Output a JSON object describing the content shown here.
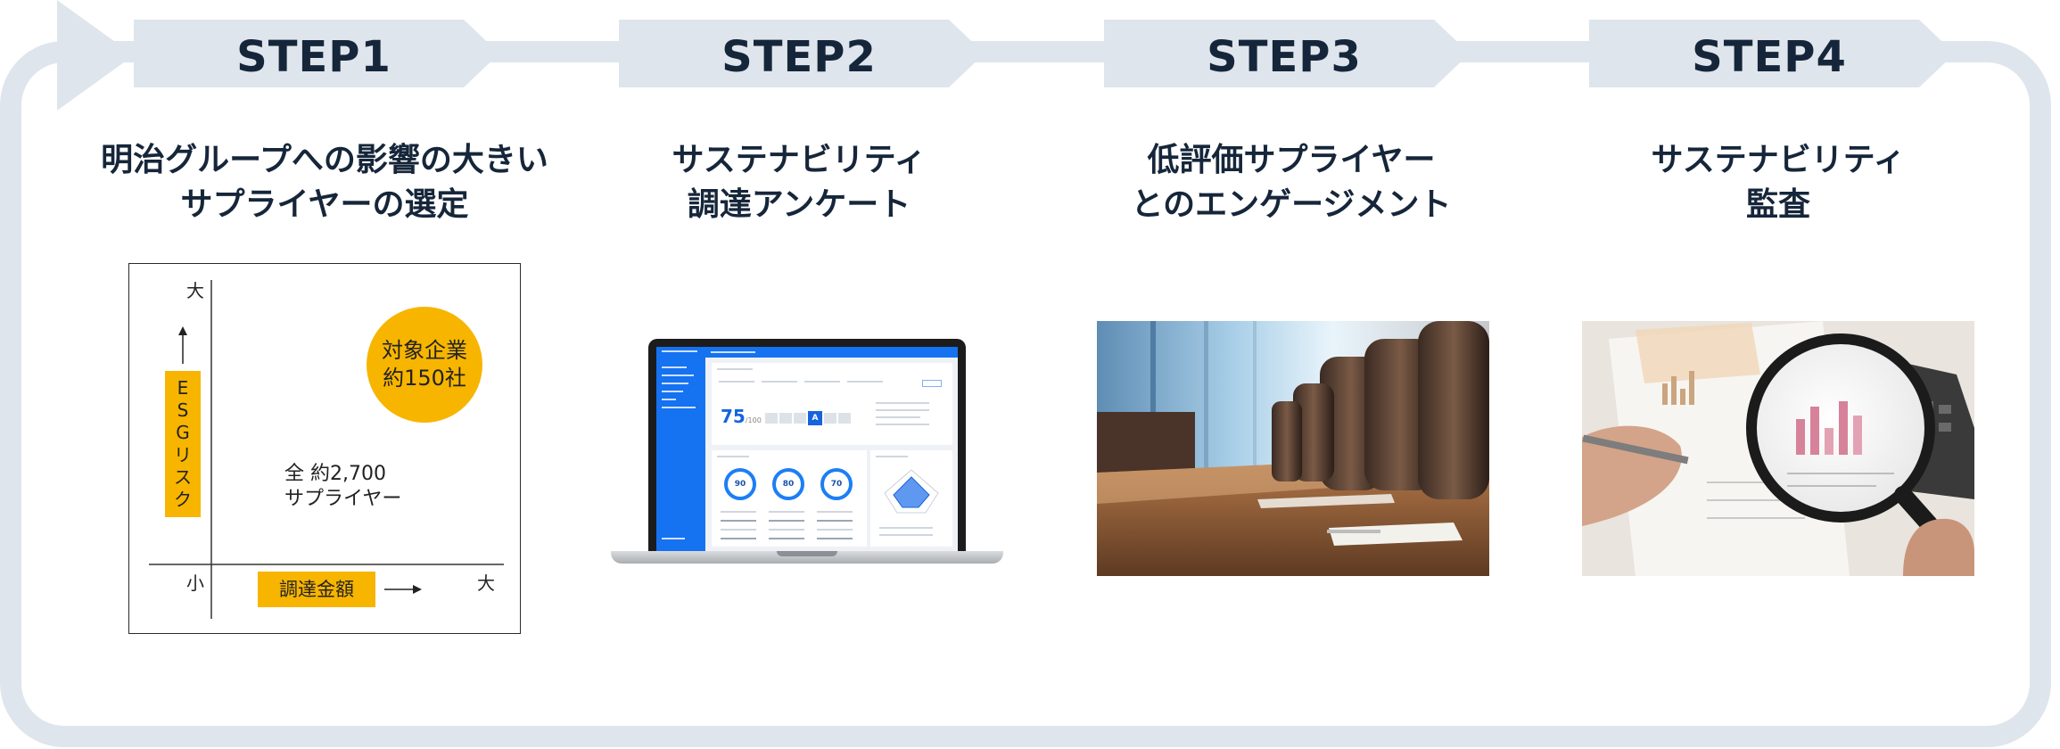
{
  "steps": [
    {
      "title": "STEP1",
      "desc_lines": [
        "明治グループへの影響の大きい",
        "サプライヤーの選定"
      ]
    },
    {
      "title": "STEP2",
      "desc_lines": [
        "サステナビリティ",
        "調達アンケート"
      ]
    },
    {
      "title": "STEP3",
      "desc_lines": [
        "低評価サプライヤー",
        "とのエンゲージメント"
      ]
    },
    {
      "title": "STEP4",
      "desc_lines": [
        "サステナビリティ",
        "監査"
      ]
    }
  ],
  "matrix": {
    "y_high": "大",
    "x_low": "小",
    "x_high": "大",
    "y_axis_chars": [
      "E",
      "S",
      "G",
      "リ",
      "ス",
      "ク"
    ],
    "x_axis_label": "調達金額",
    "target_lines": [
      "対象企業",
      "約150社"
    ],
    "all_lines": [
      "全 約2,700",
      "サプライヤー"
    ]
  },
  "laptop": {
    "score": "75",
    "score_suffix": "/100",
    "grade": "A",
    "rings": [
      "90",
      "80",
      "70"
    ]
  },
  "colors": {
    "band": "#dfe5ec",
    "accent": "#f7b500",
    "title_text": "#16263a",
    "screen_blue": "#1572f0"
  },
  "images": {
    "step3_photo": "conference-room-photo",
    "step4_photo": "magnifying-glass-audit-photo"
  }
}
